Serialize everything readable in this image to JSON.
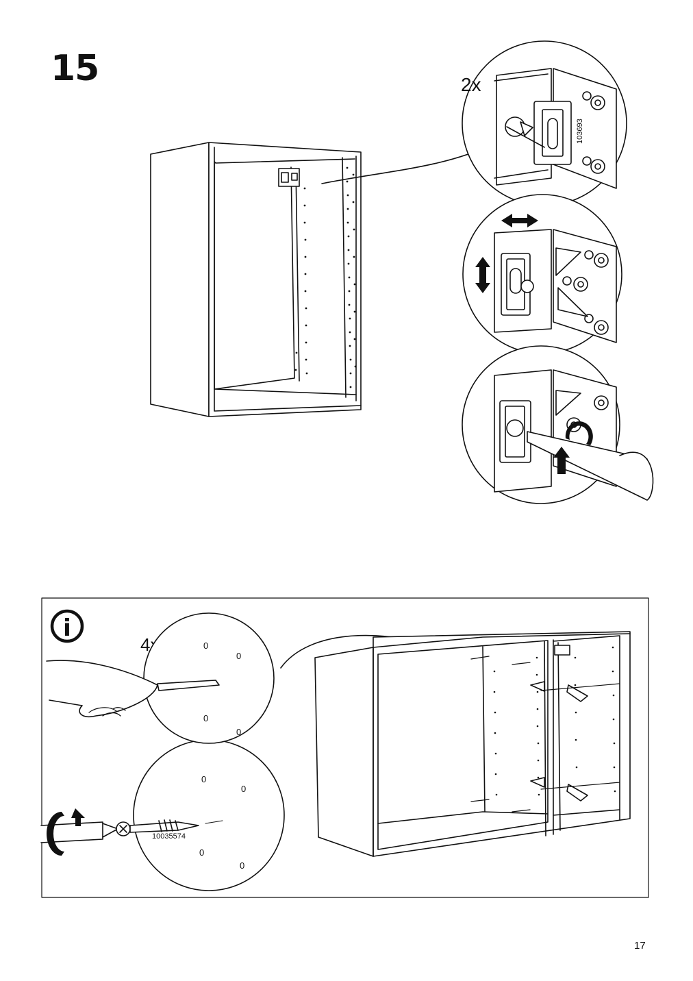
{
  "step": {
    "number": "15"
  },
  "callouts": {
    "bracket_qty": "2x",
    "bracket_part": "103693",
    "screw_qty": "4x",
    "screw_part": "10035574"
  },
  "icons": [
    "info-icon",
    "double-arrow-horizontal-icon",
    "double-arrow-vertical-icon",
    "rotate-arrow-icon"
  ],
  "info_symbol": "i",
  "page": {
    "number": "17"
  }
}
